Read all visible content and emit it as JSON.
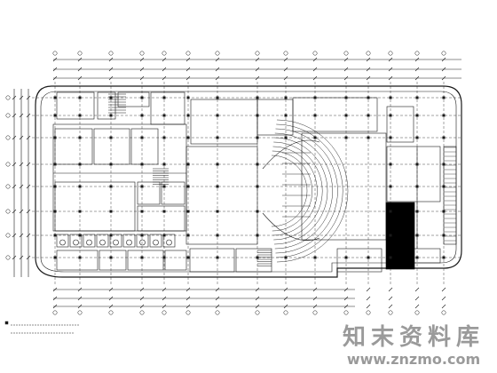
{
  "drawing": {
    "stroke_color": "#1a1a1a",
    "accent_fill": "#000000",
    "background": "#ffffff",
    "icon_semantics": [
      "floor-plan",
      "column-grid",
      "dimension-lines",
      "auditorium-seating",
      "stair",
      "toilet-stall"
    ]
  },
  "watermark": {
    "title": "知末资料库",
    "url": "www.znzmo.com",
    "color": "#9a9a9a"
  }
}
